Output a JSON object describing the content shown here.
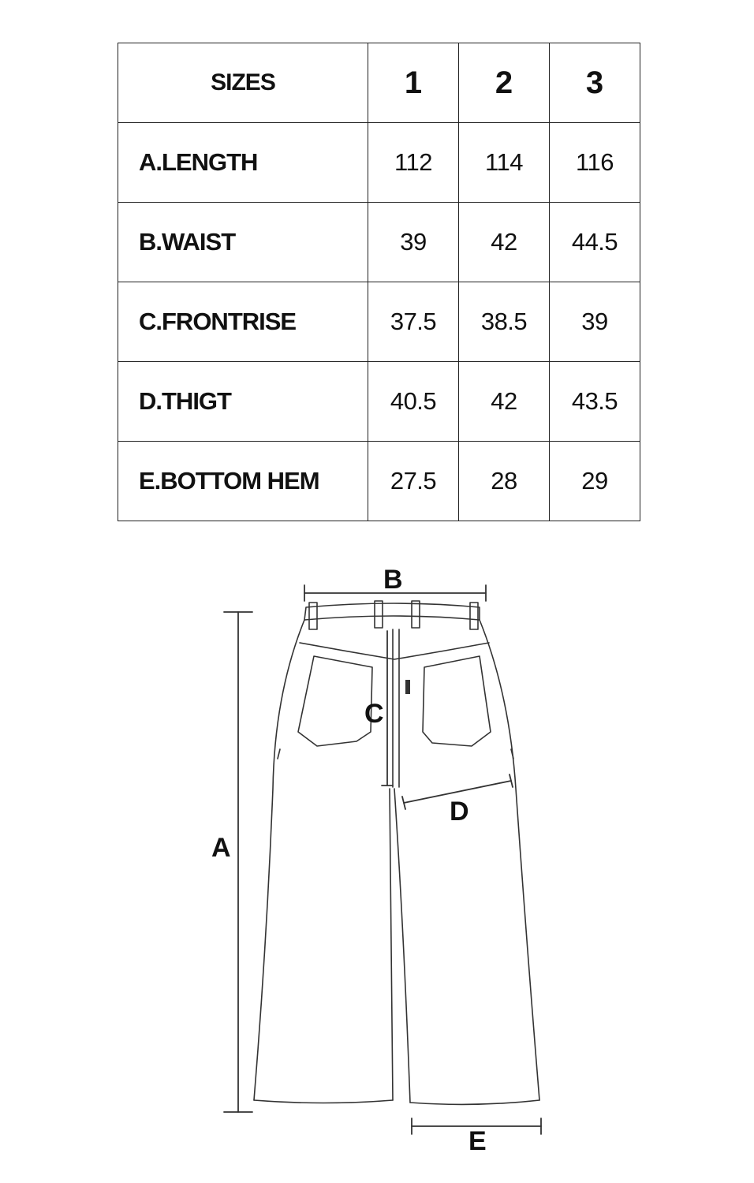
{
  "size_table": {
    "corner_label": "SIZES",
    "size_headers": [
      "1",
      "2",
      "3"
    ],
    "rows": [
      {
        "label": "A.LENGTH",
        "values": [
          "112",
          "114",
          "116"
        ]
      },
      {
        "label": "B.WAIST",
        "values": [
          "39",
          "42",
          "44.5"
        ]
      },
      {
        "label": "C.FRONTRISE",
        "values": [
          "37.5",
          "38.5",
          "39"
        ]
      },
      {
        "label": "D.THIGT",
        "values": [
          "40.5",
          "42",
          "43.5"
        ]
      },
      {
        "label": "E.BOTTOM HEM",
        "values": [
          "27.5",
          "28",
          "29"
        ]
      }
    ]
  },
  "diagram": {
    "labels": {
      "a": "A",
      "b": "B",
      "c": "C",
      "d": "D",
      "e": "E"
    },
    "line_color": "#333333"
  }
}
